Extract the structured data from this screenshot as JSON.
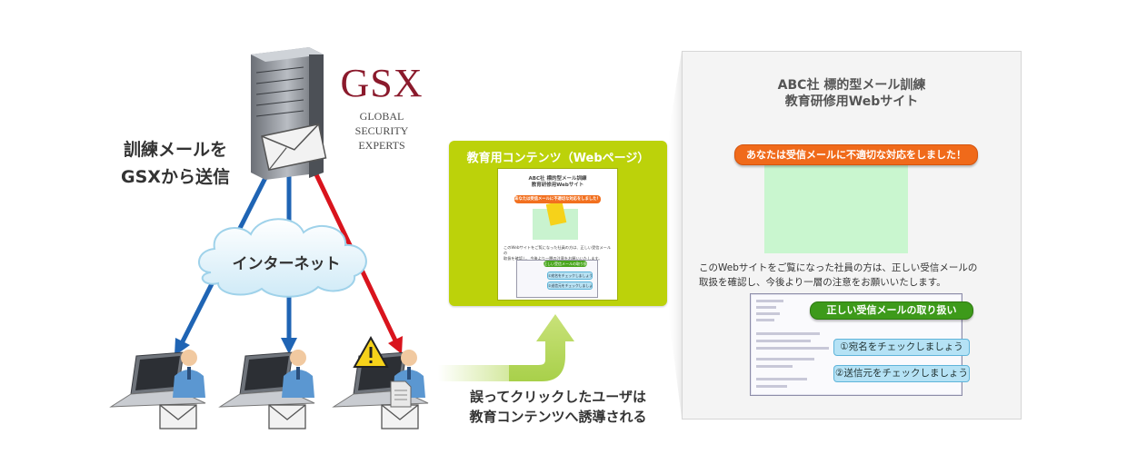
{
  "logo": {
    "word": "GSX",
    "line1": "GLOBAL",
    "line2": "SECURITY",
    "line3": "EXPERTS"
  },
  "send_label": {
    "line1": "訓練メールを",
    "line2": "GSXから送信"
  },
  "cloud_label": "インターネット",
  "edu_box": {
    "title": "教育用コンテンツ（Webページ）"
  },
  "bottom_label": {
    "line1": "誤ってクリックしたユーザは",
    "line2": "教育コンテンツへ誘導される"
  },
  "page": {
    "title_line1": "ABC社 標的型メール訓練",
    "title_line2": "教育研修用Webサイト",
    "banner": "あなたは受信メールに不適切な対応をしました！",
    "body_line1": "このWebサイトをご覧になった社員の方は、正しい受信メールの",
    "body_line2": "取扱を確認し、今後より一層の注意をお願いいたします。",
    "green_button": "正しい受信メールの取り扱い",
    "step1": "①宛名をチェックしましょう",
    "step2": "②送信元をチェックしましょう"
  },
  "colors": {
    "logo_red": "#8b1a2c",
    "arrow_blue": "#1f64b4",
    "arrow_red": "#d9141d",
    "edu_green": "#bcd20a",
    "banner_orange": "#f06a1a",
    "button_green": "#3d9a1a",
    "step_blue": "#b5e2f5"
  },
  "icons": [
    "server-icon",
    "envelope-icon",
    "cloud-icon",
    "laptop-icon",
    "user-icon",
    "warning-icon",
    "document-icon",
    "yellow-card-icon"
  ]
}
